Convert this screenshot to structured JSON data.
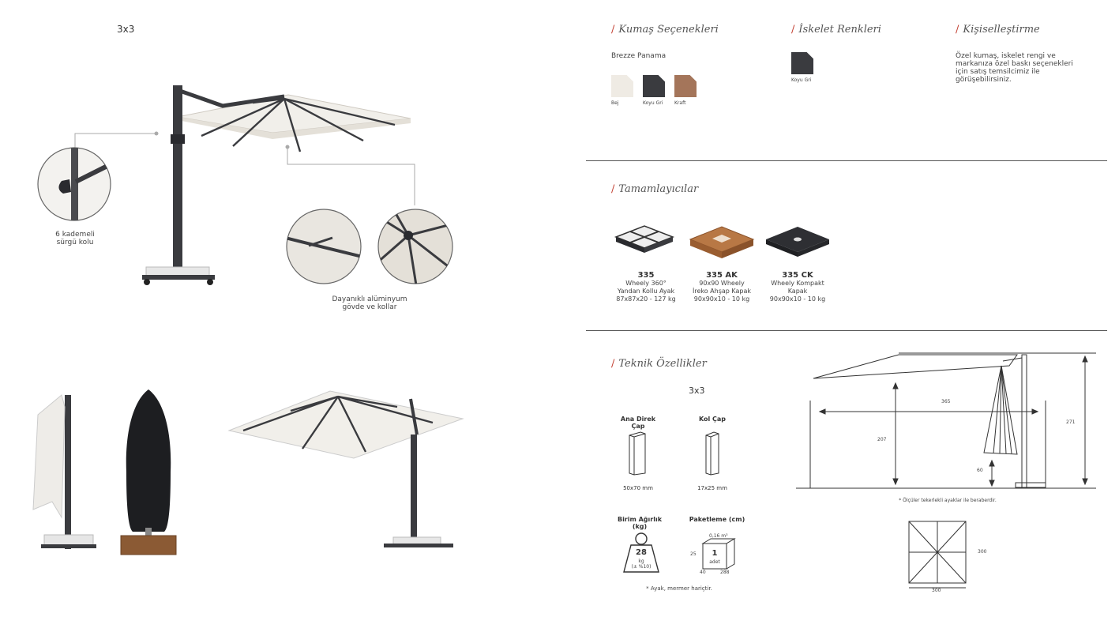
{
  "left": {
    "top_size_label": "3x3",
    "callout_crank": "6 kademeli\nsürgü kolu",
    "callout_frame": "Dayanıklı alüminyum\ngövde ve kollar"
  },
  "fabric": {
    "title": "Kumaş Seçenekleri",
    "subtitle": "Brezze Panama",
    "swatches": [
      {
        "label": "Bej",
        "color": "#efebe4"
      },
      {
        "label": "Koyu Gri",
        "color": "#3a3b3f"
      },
      {
        "label": "Kraft",
        "color": "#a4755a"
      }
    ]
  },
  "frame_colors": {
    "title": "İskelet Renkleri",
    "swatches": [
      {
        "label": "Koyu Gri",
        "color": "#3a3b3f"
      }
    ]
  },
  "custom": {
    "title": "Kişiselleştirme",
    "text": "Özel kumaş, iskelet rengi ve\nmarkanıza özel baskı seçenekleri\niçin satış temsilcimiz ile\ngörüşebilirsiniz."
  },
  "accessories": {
    "title": "Tamamlayıcılar",
    "items": [
      {
        "code": "335",
        "desc": "Wheely 360°\nYandan Kollu Ayak\n87x87x20 - 127 kg"
      },
      {
        "code": "335 AK",
        "desc": "90x90 Wheely\nİreko Ahşap Kapak\n90x90x10 - 10 kg"
      },
      {
        "code": "335 CK",
        "desc": "Wheely Kompakt\nKapak\n90x90x10 - 10 kg"
      }
    ]
  },
  "tech": {
    "title": "Teknik Özellikler",
    "size": "3x3",
    "main_pole_label": "Ana Direk Çap",
    "main_pole_value": "50x70 mm",
    "arm_label": "Kol Çap",
    "arm_value": "17x25 mm",
    "weight_label": "Birim Ağırlık (kg)",
    "weight_value": "28",
    "weight_unit": "kg",
    "weight_tol": "(± %10)",
    "package_label": "Paketleme (cm)",
    "package_volume": "0,16 m³",
    "package_count": "1",
    "package_unit": "adet",
    "package_h": "25",
    "package_w": "40",
    "package_l": "288",
    "weight_note": "* Ayak, mermer hariçtir.",
    "dim_365": "365",
    "dim_207": "207",
    "dim_60": "60",
    "dim_271": "271",
    "dims_note": "* Ölçüler tekerlekli ayaklar ile beraberdir.",
    "top_w": "300",
    "top_h": "300"
  }
}
